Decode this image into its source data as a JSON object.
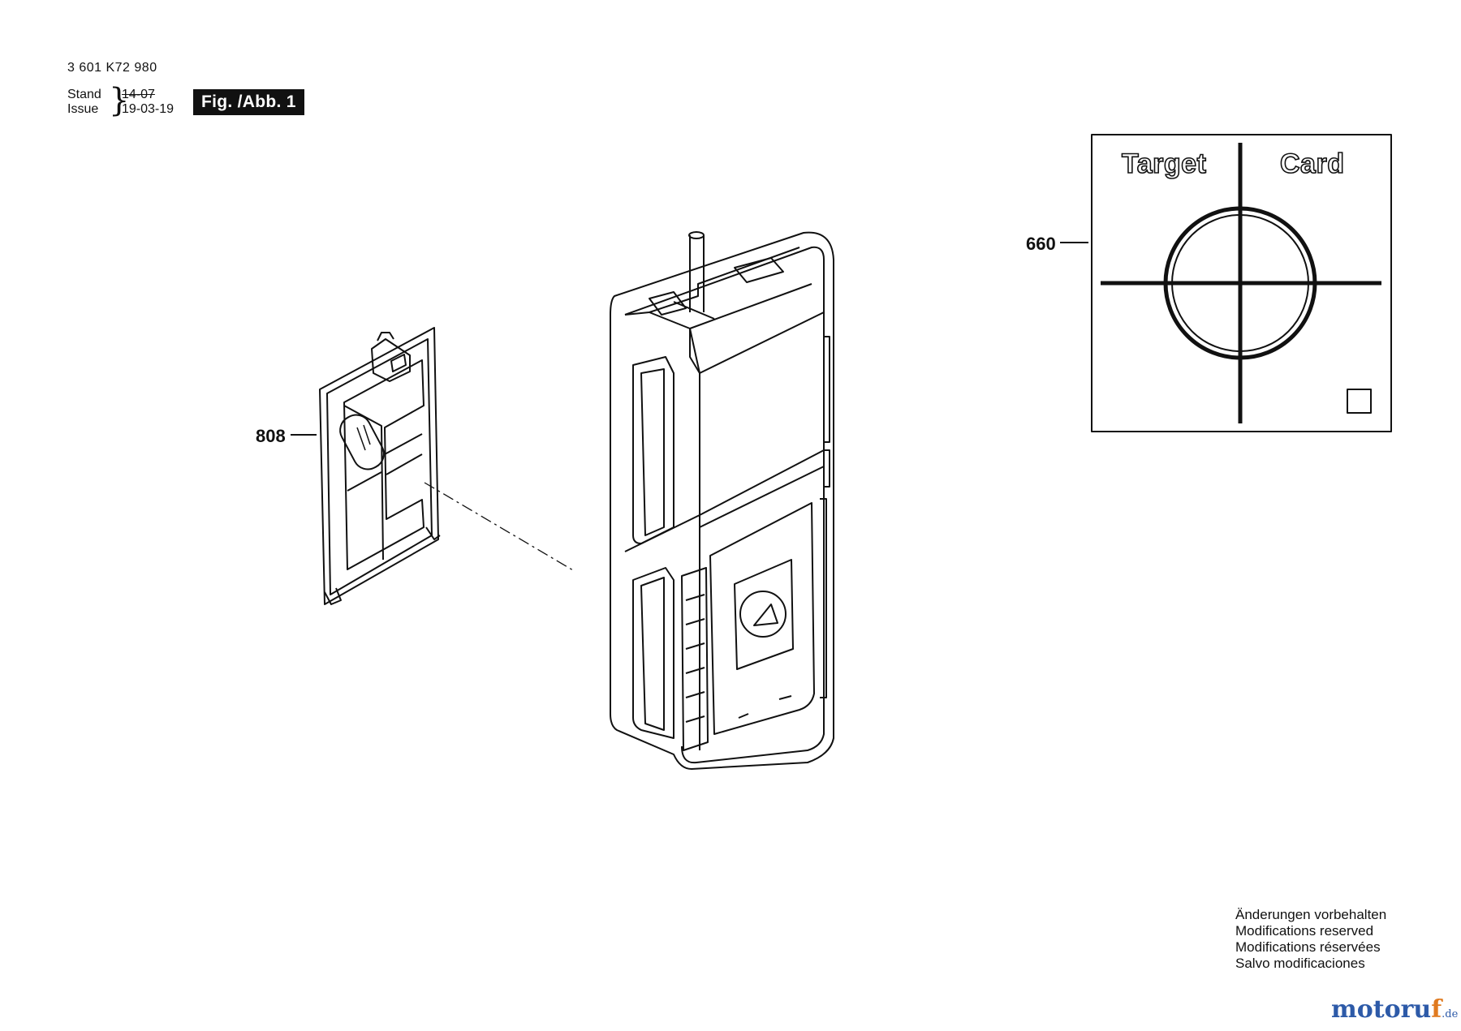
{
  "header": {
    "part_number": "3 601 K72 980",
    "stand_label": "Stand",
    "issue_label": "Issue",
    "stand_date": "14-07",
    "issue_date": "19-03-19",
    "figure_label": "Fig. /Abb. 1"
  },
  "callouts": {
    "battery_cover": "808",
    "target_card": "660"
  },
  "target_card": {
    "title_left": "Target",
    "title_right": "Card"
  },
  "notes": [
    "Änderungen vorbehalten",
    "Modifications reserved",
    "Modifications réservées",
    "Salvo modificaciones"
  ],
  "brand": {
    "main": "motoru",
    "accent": "f",
    "tld": ".de"
  }
}
